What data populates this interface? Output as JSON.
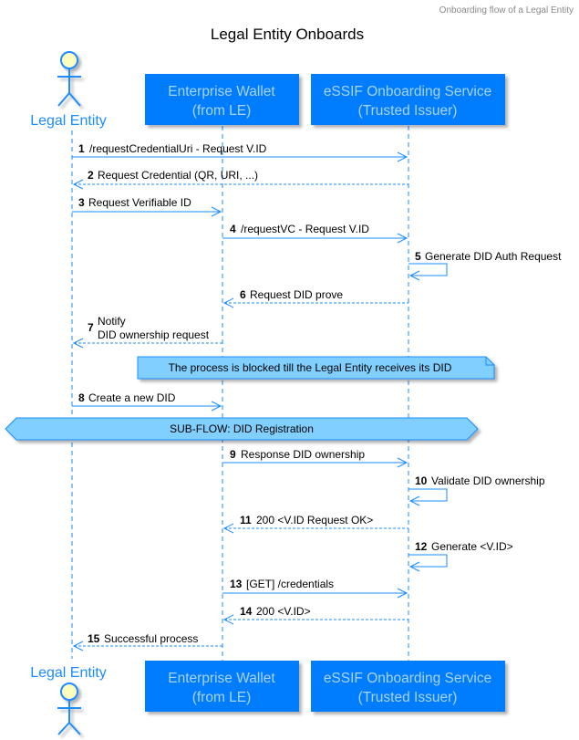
{
  "header": "Onboarding flow of a Legal Entity",
  "title": "Legal Entity Onboards",
  "participants": {
    "legal_entity": "Legal Entity",
    "wallet_line1": "Enterprise Wallet",
    "wallet_line2": "(from LE)",
    "essif_line1": "eSSIF Onboarding Service",
    "essif_line2": "(Trusted Issuer)"
  },
  "messages": [
    {
      "num": "1",
      "text": "/requestCredentialUri - Request V.ID"
    },
    {
      "num": "2",
      "text": "Request Credential (QR, URI, ...)"
    },
    {
      "num": "3",
      "text": "Request Verifiable ID"
    },
    {
      "num": "4",
      "text": "/requestVC - Request V.ID"
    },
    {
      "num": "5",
      "text": "Generate DID Auth Request"
    },
    {
      "num": "6",
      "text": "Request DID prove"
    },
    {
      "num": "7",
      "text": "Notify",
      "text2": "DID ownership request"
    },
    {
      "num": "8",
      "text": "Create a new DID"
    },
    {
      "num": "9",
      "text": "Response DID ownership"
    },
    {
      "num": "10",
      "text": "Validate DID ownership"
    },
    {
      "num": "11",
      "text": "200 <V.ID Request OK>"
    },
    {
      "num": "12",
      "text": "Generate <V.ID>"
    },
    {
      "num": "13",
      "text": "[GET] /credentials"
    },
    {
      "num": "14",
      "text": "200 <V.ID>"
    },
    {
      "num": "15",
      "text": "Successful process"
    }
  ],
  "note": "The process is blocked till the Legal Entity receives its DID",
  "subflow": "SUB-FLOW: DID Registration",
  "colors": {
    "accent": "#007bff",
    "line": "#1a8cff",
    "note_fill": "#80cfff",
    "actor_head": "#ffffc0"
  }
}
